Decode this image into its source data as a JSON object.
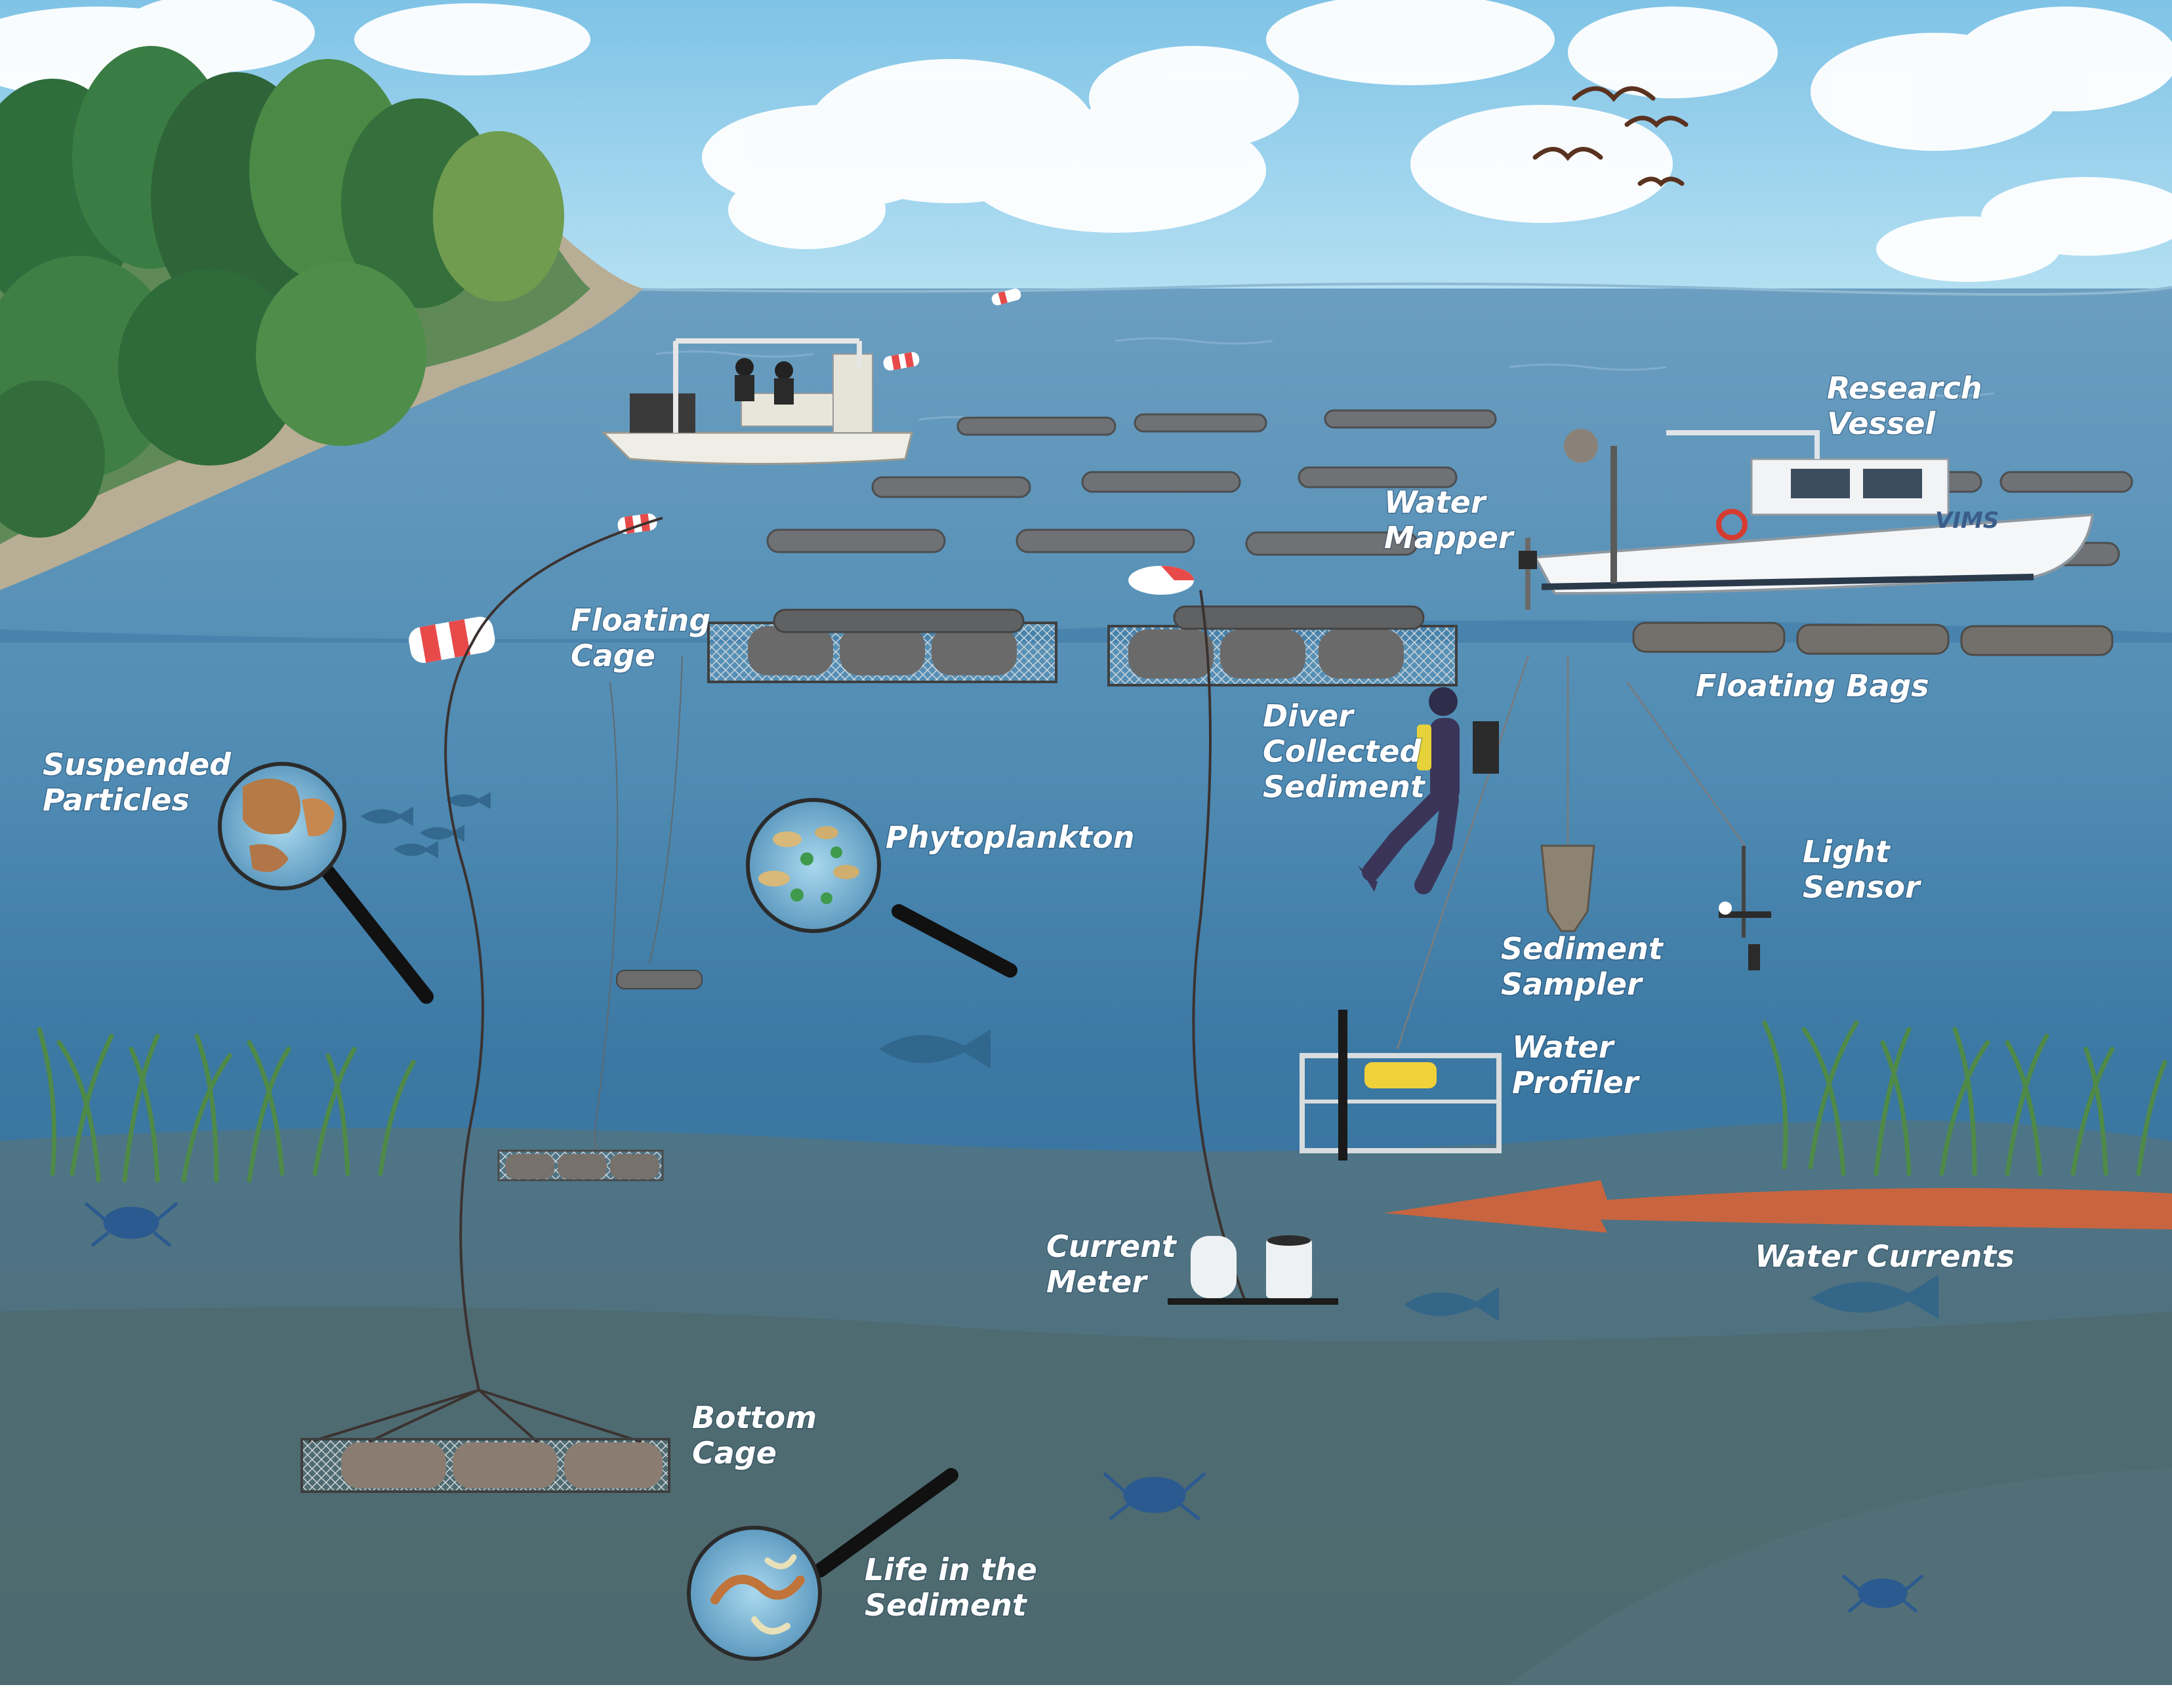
{
  "labels": {
    "research_vessel": [
      "Research",
      "Vessel"
    ],
    "water_mapper": [
      "Water",
      "Mapper"
    ],
    "floating_cage": [
      "Floating",
      "Cage"
    ],
    "floating_bags": "Floating Bags",
    "suspended_particles": [
      "Suspended",
      "Particles"
    ],
    "phytoplankton": "Phytoplankton",
    "diver_collected_sediment": [
      "Diver",
      "Collected",
      "Sediment"
    ],
    "light_sensor": [
      "Light",
      "Sensor"
    ],
    "sediment_sampler": [
      "Sediment",
      "Sampler"
    ],
    "water_profiler": [
      "Water",
      "Profiler"
    ],
    "current_meter": [
      "Current",
      "Meter"
    ],
    "water_currents": "Water Currents",
    "bottom_cage": [
      "Bottom",
      "Cage"
    ],
    "life_in_sediment": [
      "Life in the",
      "Sediment"
    ]
  },
  "boat_marking": "VIMS",
  "colors": {
    "sky": "#8ccbea",
    "water_surface": "#5f94b8",
    "water_mid": "#3f7ea8",
    "seabed": "#4f6e78",
    "land": "#b9ae97",
    "current_arrow": "#c8643f",
    "trees": "#3f7a45"
  }
}
